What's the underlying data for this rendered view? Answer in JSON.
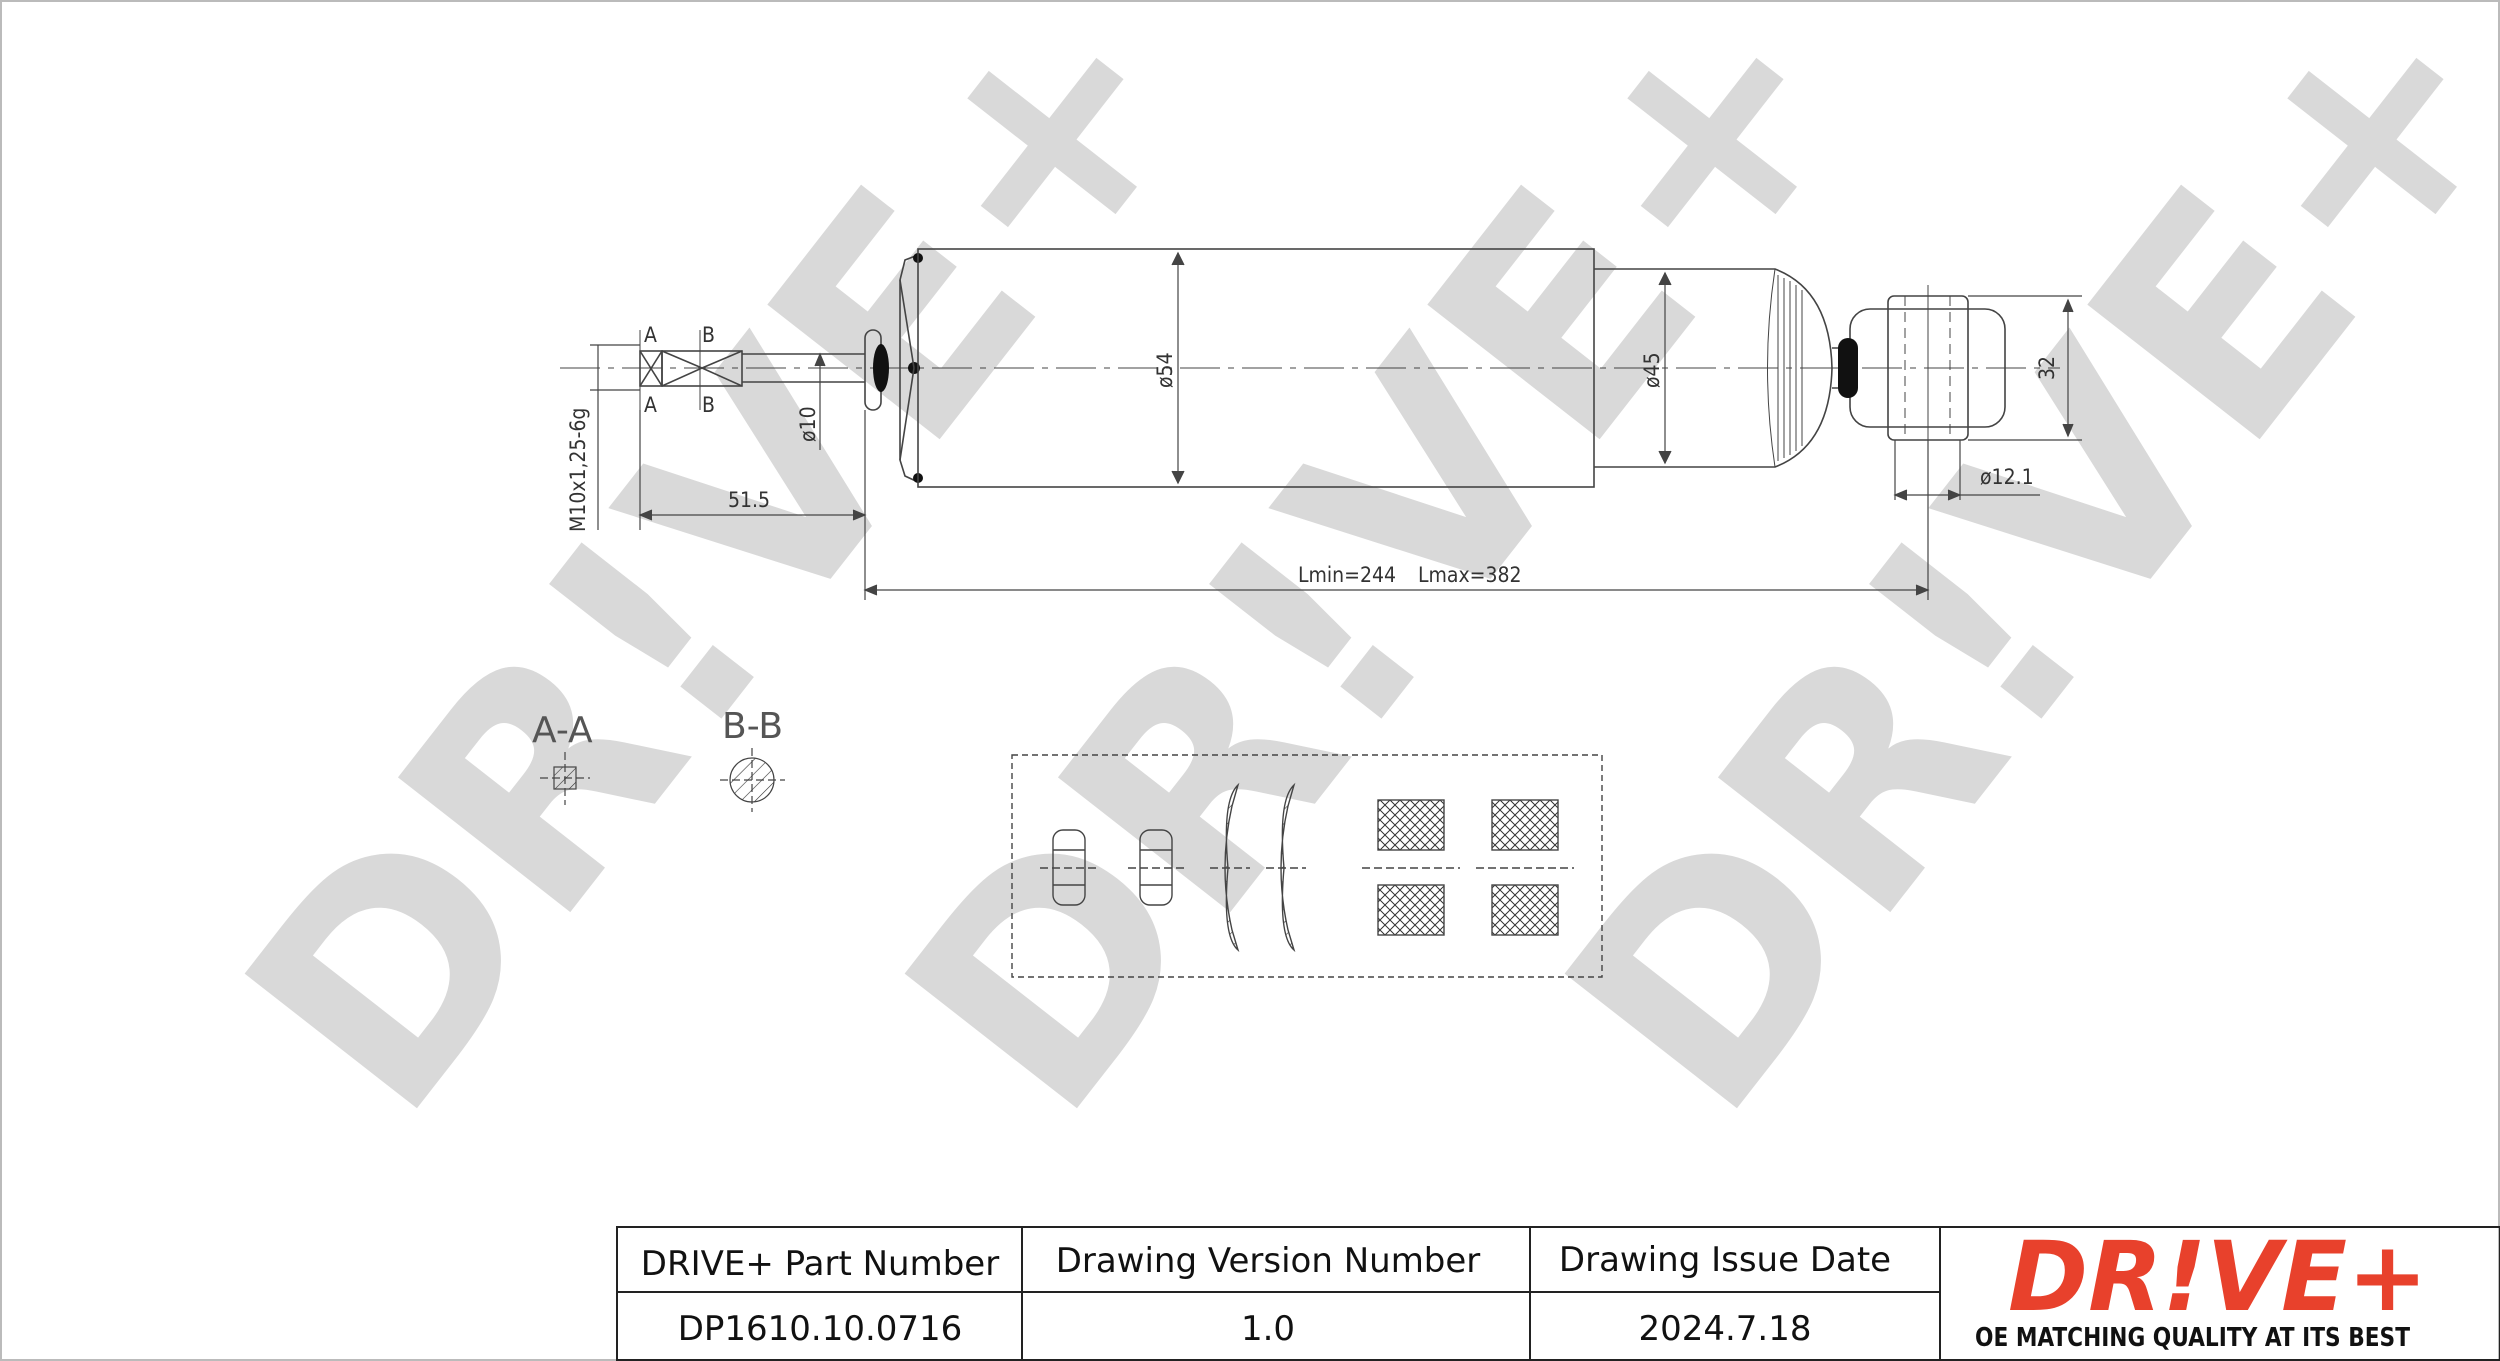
{
  "watermark": {
    "text": "DR!VE+",
    "color": "#d9d9d9"
  },
  "dimensions": {
    "diameter_body": "ø54",
    "diameter_tube": "ø45",
    "diameter_rod": "ø10",
    "thread": "M10x1,25-6g",
    "thread_length": "51.5",
    "eye_height": "32",
    "eye_bore": "ø12.1",
    "lmin": "Lmin=244",
    "lmax": "Lmax=382",
    "mark_a": "A",
    "mark_b": "B"
  },
  "sections": {
    "a": "A-A",
    "b": "B-B"
  },
  "title_block": {
    "headers": [
      "DRIVE+ Part Number",
      "Drawing Version Number",
      "Drawing Issue Date"
    ],
    "values": [
      "DP1610.10.0716",
      "1.0",
      "2024.7.18"
    ]
  },
  "logo": {
    "text": "DR!VE+",
    "tagline": "OE MATCHING QUALITY AT ITS BEST",
    "color": "#e8412c"
  }
}
